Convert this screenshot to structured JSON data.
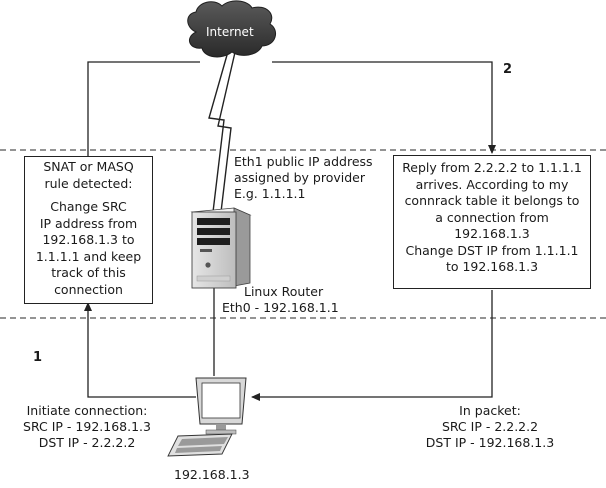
{
  "internet": {
    "label": "Internet"
  },
  "steps": {
    "step1": "1",
    "step2": "2"
  },
  "router": {
    "eth1_lines": [
      "Eth1 public IP address",
      "assigned by provider",
      "E.g. 1.1.1.1"
    ],
    "name": "Linux Router",
    "eth0": "Eth0 - 192.168.1.1"
  },
  "snat_box": {
    "lines": [
      "SNAT or MASQ",
      "rule detected:",
      "",
      "Change SRC",
      "IP address from",
      "192.168.1.3 to",
      "1.1.1.1 and keep",
      "track of this",
      "connection"
    ]
  },
  "reply_box": {
    "lines": [
      "Reply from 2.2.2.2 to 1.1.1.1",
      "arrives. According to my",
      "connrack table it belongs to",
      "a connection from",
      "192.168.1.3",
      "Change DST IP from 1.1.1.1",
      "to 192.168.1.3"
    ]
  },
  "initiate": {
    "lines": [
      "Initiate connection:",
      "SRC IP - 192.168.1.3",
      "DST IP - 2.2.2.2"
    ]
  },
  "in_packet": {
    "lines": [
      "In packet:",
      "SRC IP - 2.2.2.2",
      "DST IP - 192.168.1.3"
    ]
  },
  "client": {
    "label": "192.168.1.3"
  }
}
